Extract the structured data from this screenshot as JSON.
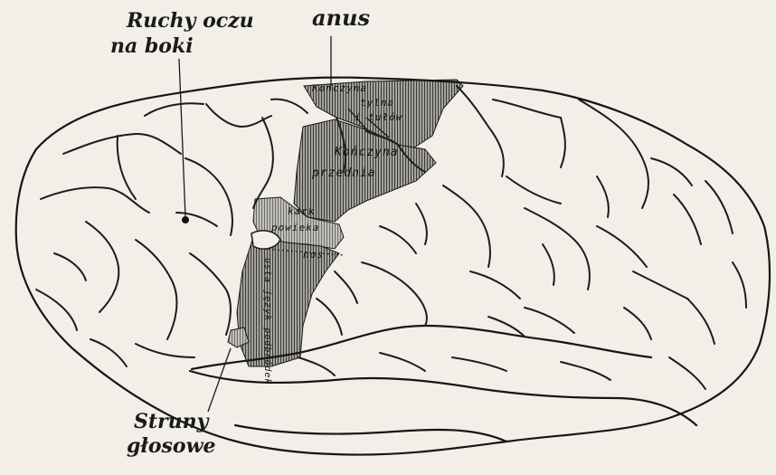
{
  "figure": {
    "outer_labels": {
      "eye_movement_line1": "Ruchy oczu",
      "eye_movement_line2": "na boki",
      "anus": "anus",
      "vocal_cords_line1": "Struny",
      "vocal_cords_line2": "głosowe"
    },
    "region_labels": {
      "hind_limb_line1": "Kończyna",
      "hind_limb_line2": "tylna",
      "hind_limb_line3": "i tułów",
      "fore_limb_line1": "Kończyna",
      "fore_limb_line2": "przednia",
      "neck_line1": "kark",
      "neck_line2": "powieka",
      "nose": "nos",
      "mouth_tongue_lips": "usta język podbródek"
    },
    "colors": {
      "paper": "#f1efe7",
      "ink": "#1a1a1a",
      "shading": "#8f8d88"
    }
  }
}
